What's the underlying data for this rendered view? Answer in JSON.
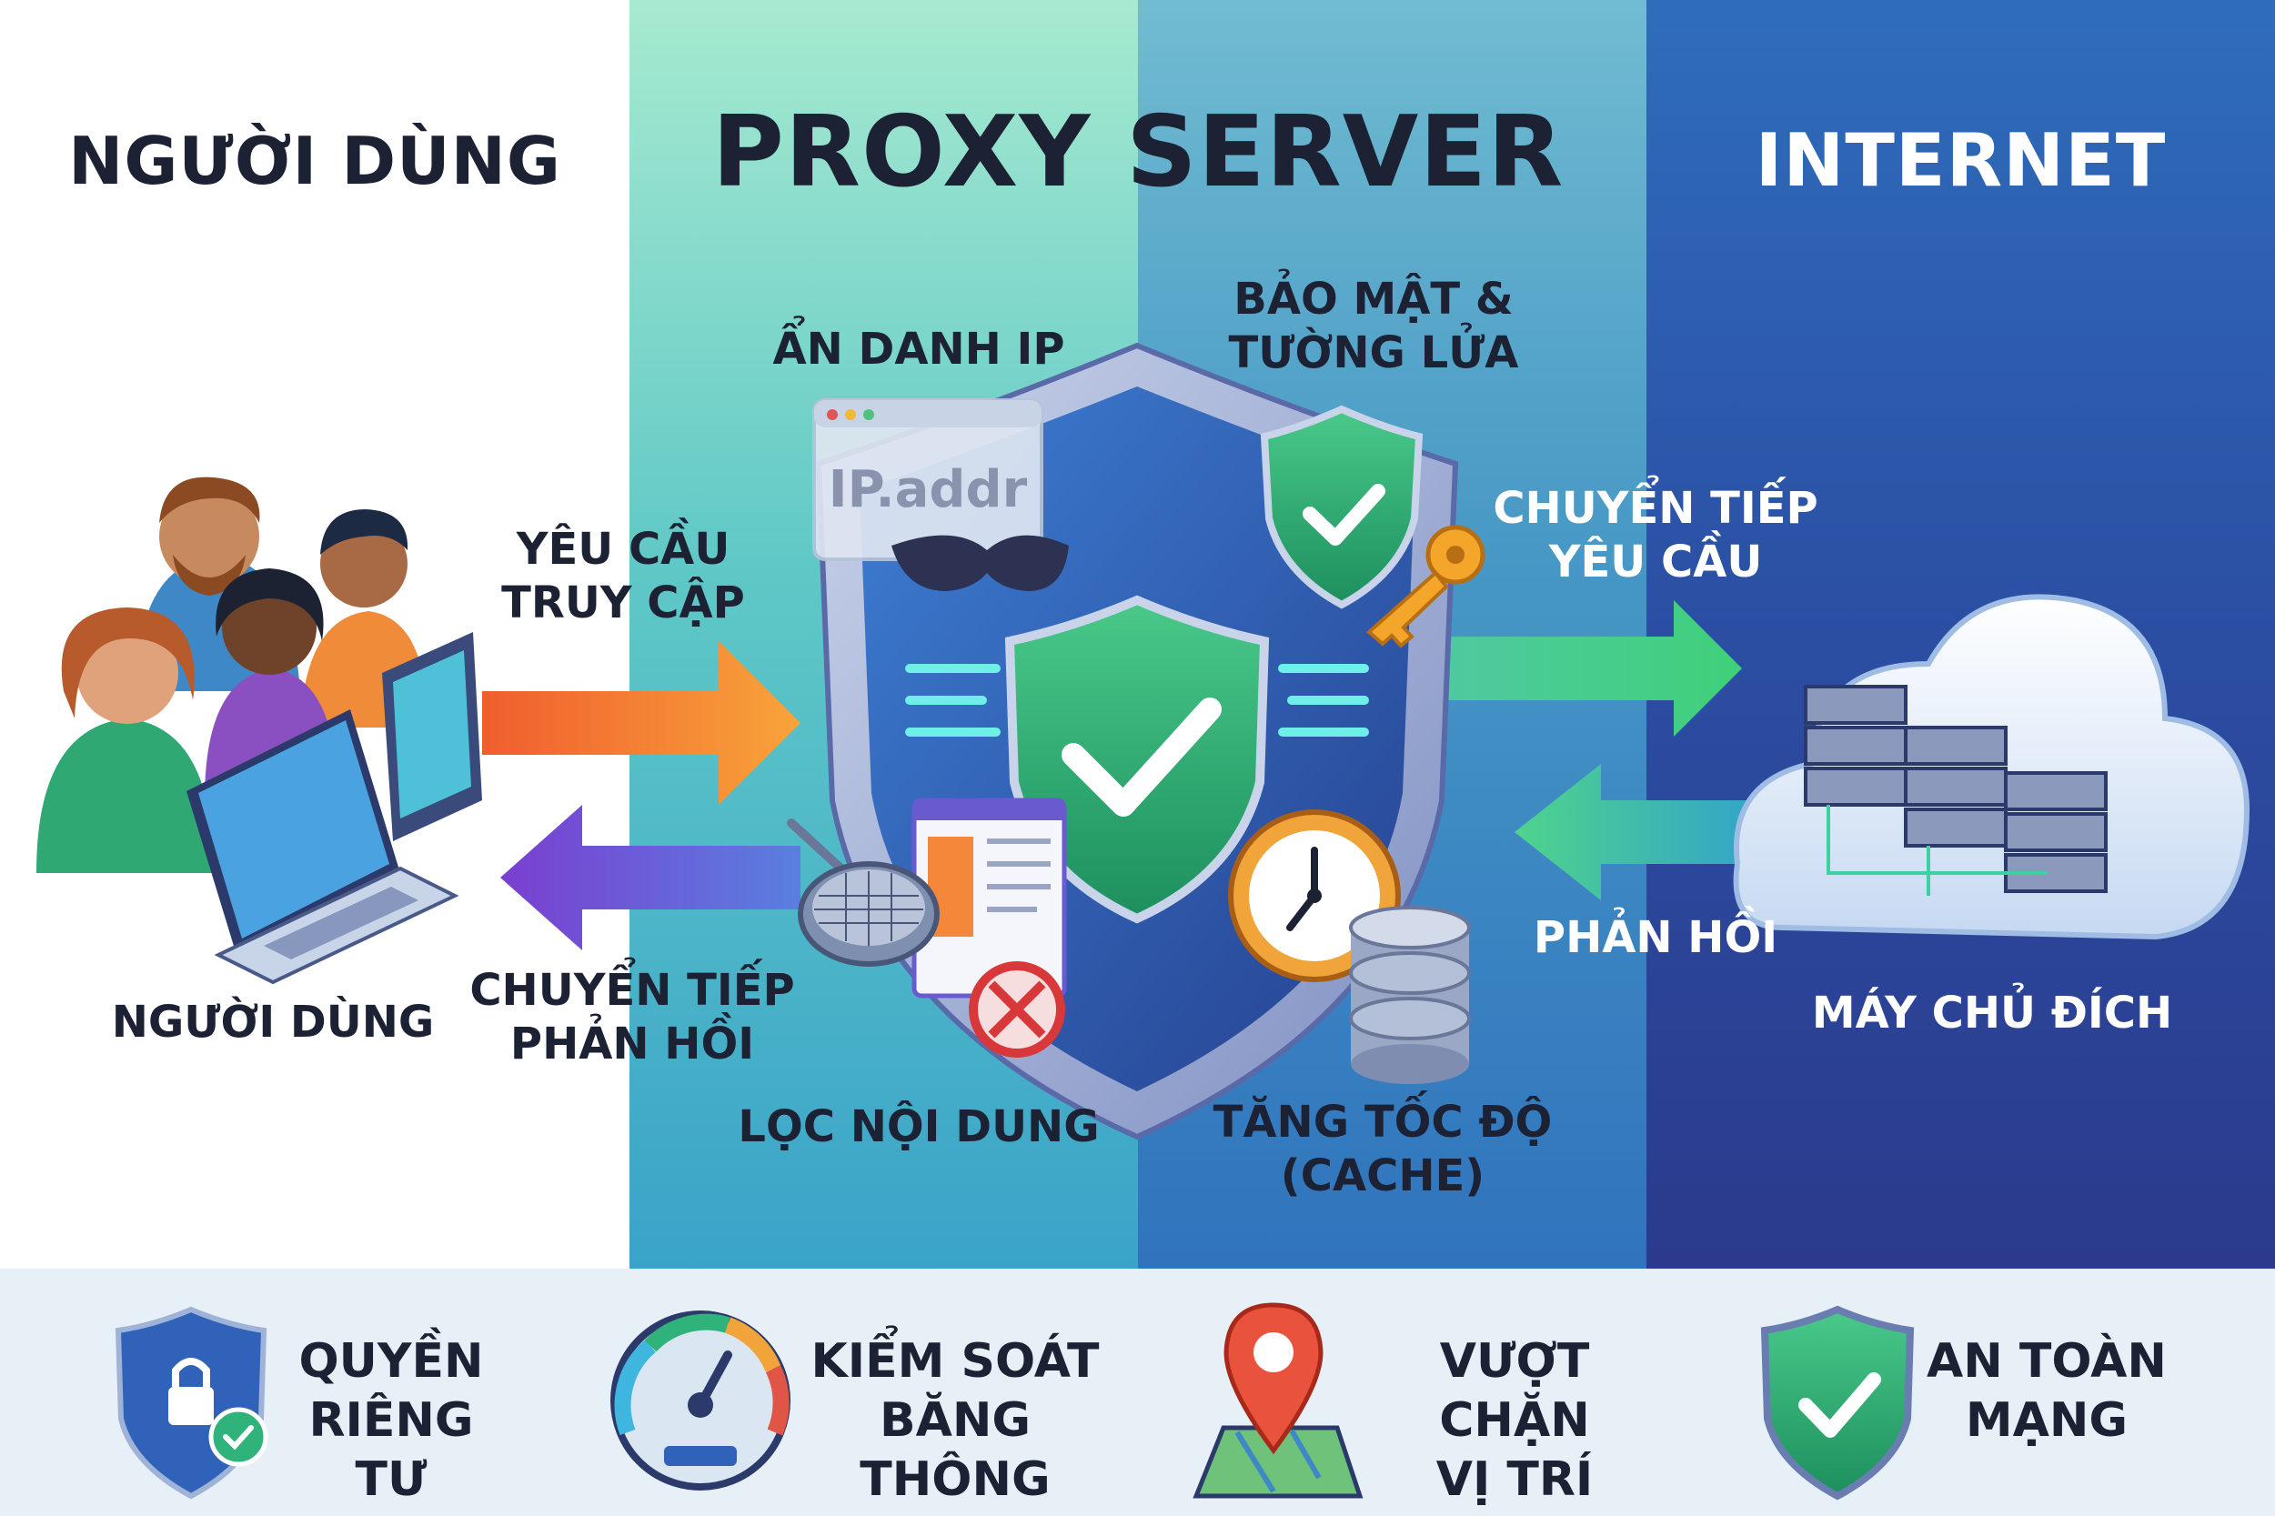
{
  "headers": {
    "user": "NGƯỜI DÙNG",
    "proxy": "PROXY SERVER",
    "internet": "INTERNET"
  },
  "labels": {
    "request_access": [
      "YÊU CẦU",
      "TRUY CẬP"
    ],
    "forward_response": [
      "CHUYỂN TIẾP",
      "PHẢN HỒI"
    ],
    "user_caption": "NGƯỜI DÙNG",
    "anonymize_ip": "ẨN DANH IP",
    "ip_addr": "IP.addr",
    "security_firewall": [
      "BẢO MẬT &",
      "TƯỜNG LỬA"
    ],
    "forward_request": [
      "CHUYỂN TIẾP",
      "YÊU CẦU"
    ],
    "response": "PHẢN HỒI",
    "destination_server": "MÁY CHỦ ĐÍCH",
    "content_filter": "LỌC NỘI DUNG",
    "speed_cache": [
      "TĂNG TỐC ĐỘ",
      "(CACHE)"
    ]
  },
  "features": [
    {
      "icon": "lock-shield-icon",
      "label": [
        "QUYỀN",
        "RIÊNG TƯ"
      ]
    },
    {
      "icon": "speedometer-icon",
      "label": [
        "KIỂM SOÁT",
        "BĂNG THÔNG"
      ]
    },
    {
      "icon": "map-pin-icon",
      "label": [
        "VƯỢT CHẶN",
        "VỊ TRÍ"
      ]
    },
    {
      "icon": "check-shield-icon",
      "label": [
        "AN TOÀN",
        "MẠNG"
      ]
    }
  ],
  "colors": {
    "dark_text": "#1c2233",
    "shield_green": "#2fb37a",
    "arrow_orange": "#f5873a",
    "arrow_purple": "#8a4fd6",
    "arrow_green": "#38c37c"
  }
}
